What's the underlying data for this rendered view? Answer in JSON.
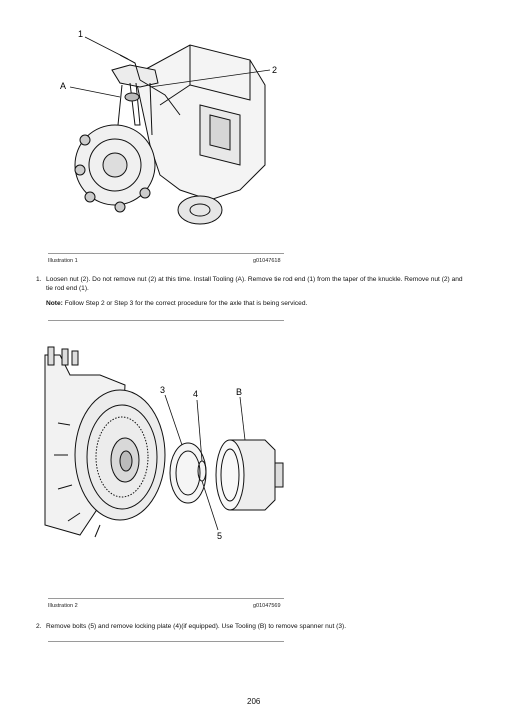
{
  "illustration1": {
    "callouts": [
      "1",
      "2",
      "A"
    ],
    "caption_left": "Illustration 1",
    "caption_right": "g01047618"
  },
  "step1": {
    "number": "1.",
    "text": "Loosen nut (2). Do not remove nut (2) at this time. Install Tooling (A). Remove tie rod end (1) from the taper of the knuckle. Remove nut (2) and tie rod end (1)."
  },
  "note": {
    "label": "Note:",
    "text": "Follow Step 2 or Step 3 for the correct procedure for the axle that is being serviced."
  },
  "illustration2": {
    "callouts": [
      "3",
      "4",
      "B",
      "5"
    ],
    "caption_left": "Illustration 2",
    "caption_right": "g01047569"
  },
  "step2": {
    "number": "2.",
    "text": "Remove bolts (5) and remove locking plate (4)(if equipped). Use Tooling (B) to remove spanner nut (3)."
  },
  "page_number": "206"
}
